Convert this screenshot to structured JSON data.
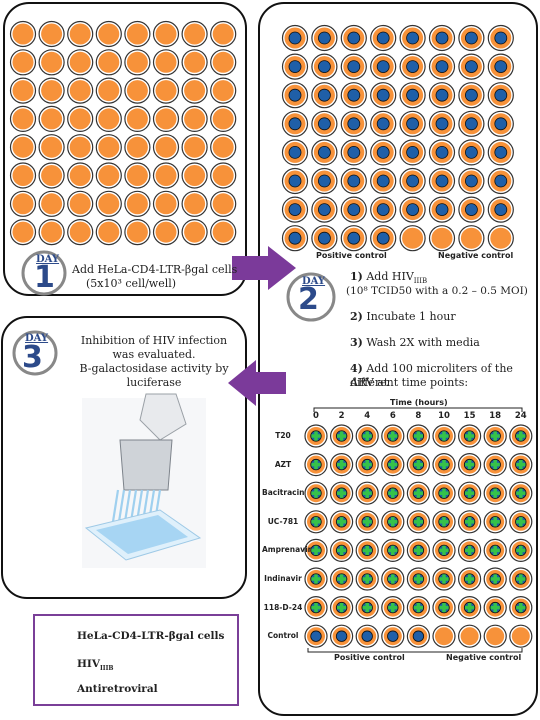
{
  "day1": {
    "day_label": "DAY",
    "day_number": "1",
    "text_line1": "Add HeLa-CD4-LTR-βgal cells",
    "text_line2": "(5x10³ cell/well)"
  },
  "day2": {
    "day_label": "DAY",
    "day_number": "2",
    "positive_control": "Positive control",
    "negative_control": "Negative control",
    "steps": [
      {
        "num": "1)",
        "text": "Add HIV",
        "sub": "IIIB"
      },
      {
        "num": "",
        "text": "(10⁸ TCID50 with a 0.2 – 0.5 MOI)"
      },
      {
        "num": "2)",
        "text": "Incubate 1 hour"
      },
      {
        "num": "3)",
        "text": "Wash 2X with media"
      },
      {
        "num": "4)",
        "text": "Add 100 microliters of the ARV at"
      },
      {
        "num": "",
        "text": "different time points:"
      }
    ],
    "time_axis_label": "Time (hours)",
    "time_points": [
      "0",
      "2",
      "4",
      "6",
      "8",
      "10",
      "15",
      "18",
      "24"
    ],
    "row_labels": [
      "T20",
      "AZT",
      "Bacitracin",
      "UC-781",
      "Amprenavir",
      "Indinavir",
      "118-D-24",
      "Control"
    ],
    "bottom_positive": "Positive control",
    "bottom_negative": "Negative control"
  },
  "day3": {
    "day_label": "DAY",
    "day_number": "3",
    "text_lines": [
      "Inhibition of HIV infection",
      "was evaluated.",
      "B-galactosidase activity by",
      "luciferase"
    ]
  },
  "legend": {
    "items": [
      {
        "icon": "orange-circle-icon",
        "label": "HeLa-CD4-LTR-βgal cells"
      },
      {
        "icon": "blue-circle-icon",
        "label": "HIV",
        "sub": "IIIB"
      },
      {
        "icon": "green-cross-icon",
        "label": "Antiretroviral"
      }
    ]
  },
  "colors": {
    "cell_orange": "#f7923a",
    "hiv_blue": "#1f5fa8",
    "arv_green": "#35c24a",
    "arrow_purple": "#7b3a9a",
    "badge_blue": "#2c4a8a"
  }
}
